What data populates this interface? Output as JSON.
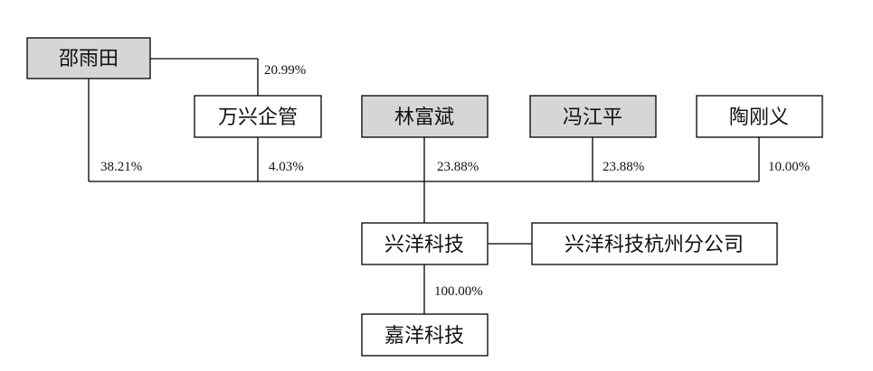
{
  "nodes": {
    "shao_yutian": "邵雨田",
    "wanxing": "万兴企管",
    "lin_fubin": "林富斌",
    "feng_jiangping": "冯江平",
    "tao_gangyi": "陶刚义",
    "xingyang": "兴洋科技",
    "hangzhou_branch": "兴洋科技杭州分公司",
    "jiayang": "嘉洋科技"
  },
  "stakes": {
    "shao_to_wanxing": "20.99%",
    "shao_to_xingyang": "38.21%",
    "wanxing_to_xingyang": "4.03%",
    "lin_to_xingyang": "23.88%",
    "feng_to_xingyang": "23.88%",
    "tao_to_xingyang": "10.00%",
    "xingyang_to_jiayang": "100.00%"
  },
  "colors": {
    "natural_person_fill": "#d6d6d6",
    "entity_fill": "#ffffff",
    "line": "#000000"
  }
}
